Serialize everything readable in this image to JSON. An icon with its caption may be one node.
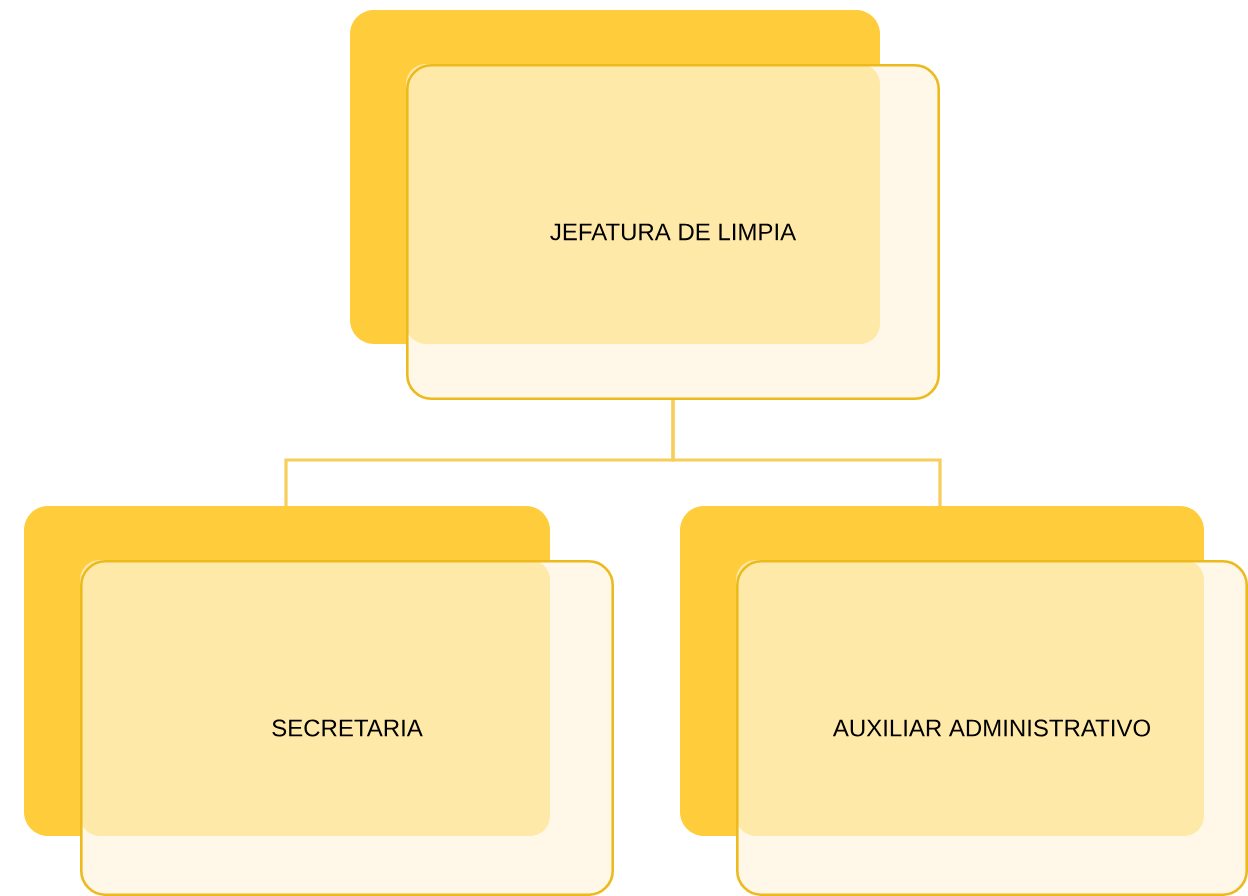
{
  "diagram": {
    "nodes": [
      {
        "text": [
          "JEFATURA DE LIMPIA"
        ]
      },
      {
        "text": [
          "SECRETARIA"
        ]
      },
      {
        "text": [
          "AUXILIAR ADMINISTRATIVO"
        ]
      }
    ],
    "edges": [
      {
        "from": 0,
        "to": 1,
        "arrow": "none"
      },
      {
        "from": 0,
        "to": 2,
        "arrow": "none"
      }
    ]
  }
}
